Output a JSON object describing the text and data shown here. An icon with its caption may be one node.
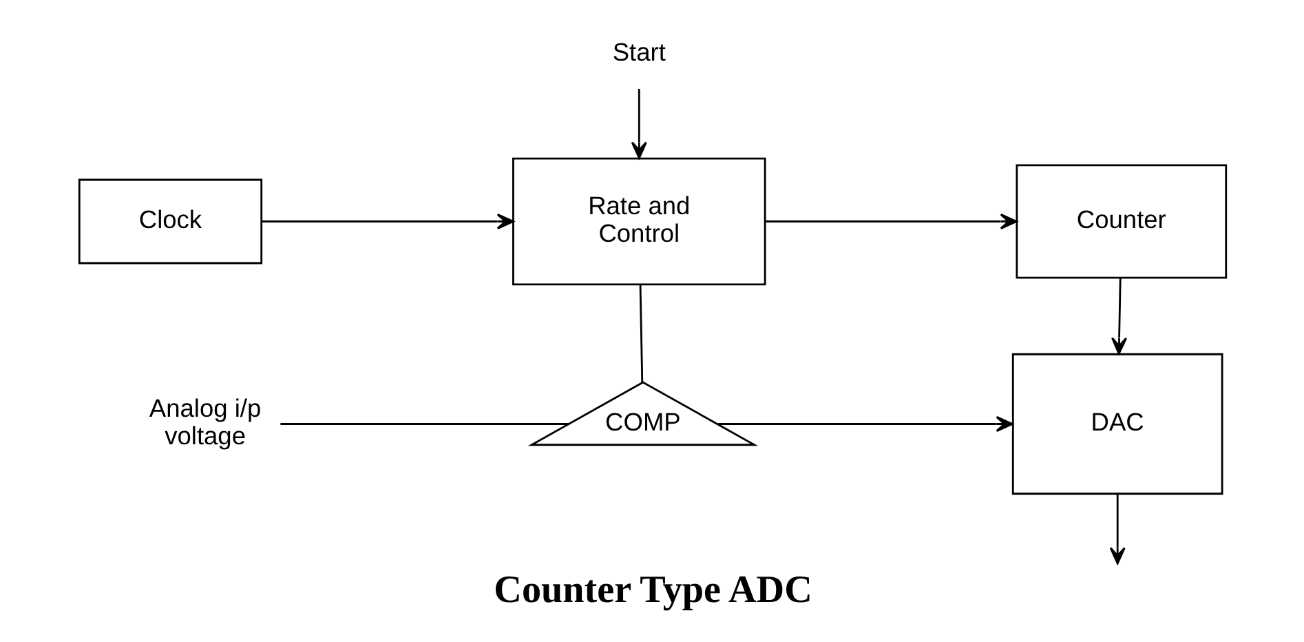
{
  "diagram": {
    "caption": "Counter Type ADC",
    "nodes": [
      {
        "text": [
          "Clock"
        ]
      },
      {
        "text": [
          "Rate and Control"
        ]
      },
      {
        "text": [
          "Counter"
        ]
      },
      {
        "text": [
          "COMP"
        ]
      },
      {
        "text": [
          "DAC"
        ]
      },
      {
        "text": [
          "Start"
        ]
      },
      {
        "text": [
          "Analog i/p voltage"
        ]
      }
    ],
    "edges": [
      {
        "from": 5,
        "to": 1,
        "arrow": "to"
      },
      {
        "from": 0,
        "to": 1,
        "arrow": "to"
      },
      {
        "from": 1,
        "to": 2,
        "arrow": "to"
      },
      {
        "from": 1,
        "to": 3,
        "arrow": "none"
      },
      {
        "from": 2,
        "to": 4,
        "arrow": "to"
      },
      {
        "from": 6,
        "to": 3,
        "arrow": "none"
      },
      {
        "from": 3,
        "to": 4,
        "arrow": "to"
      },
      {
        "from": 4,
        "to": null,
        "arrow": "to"
      }
    ]
  }
}
